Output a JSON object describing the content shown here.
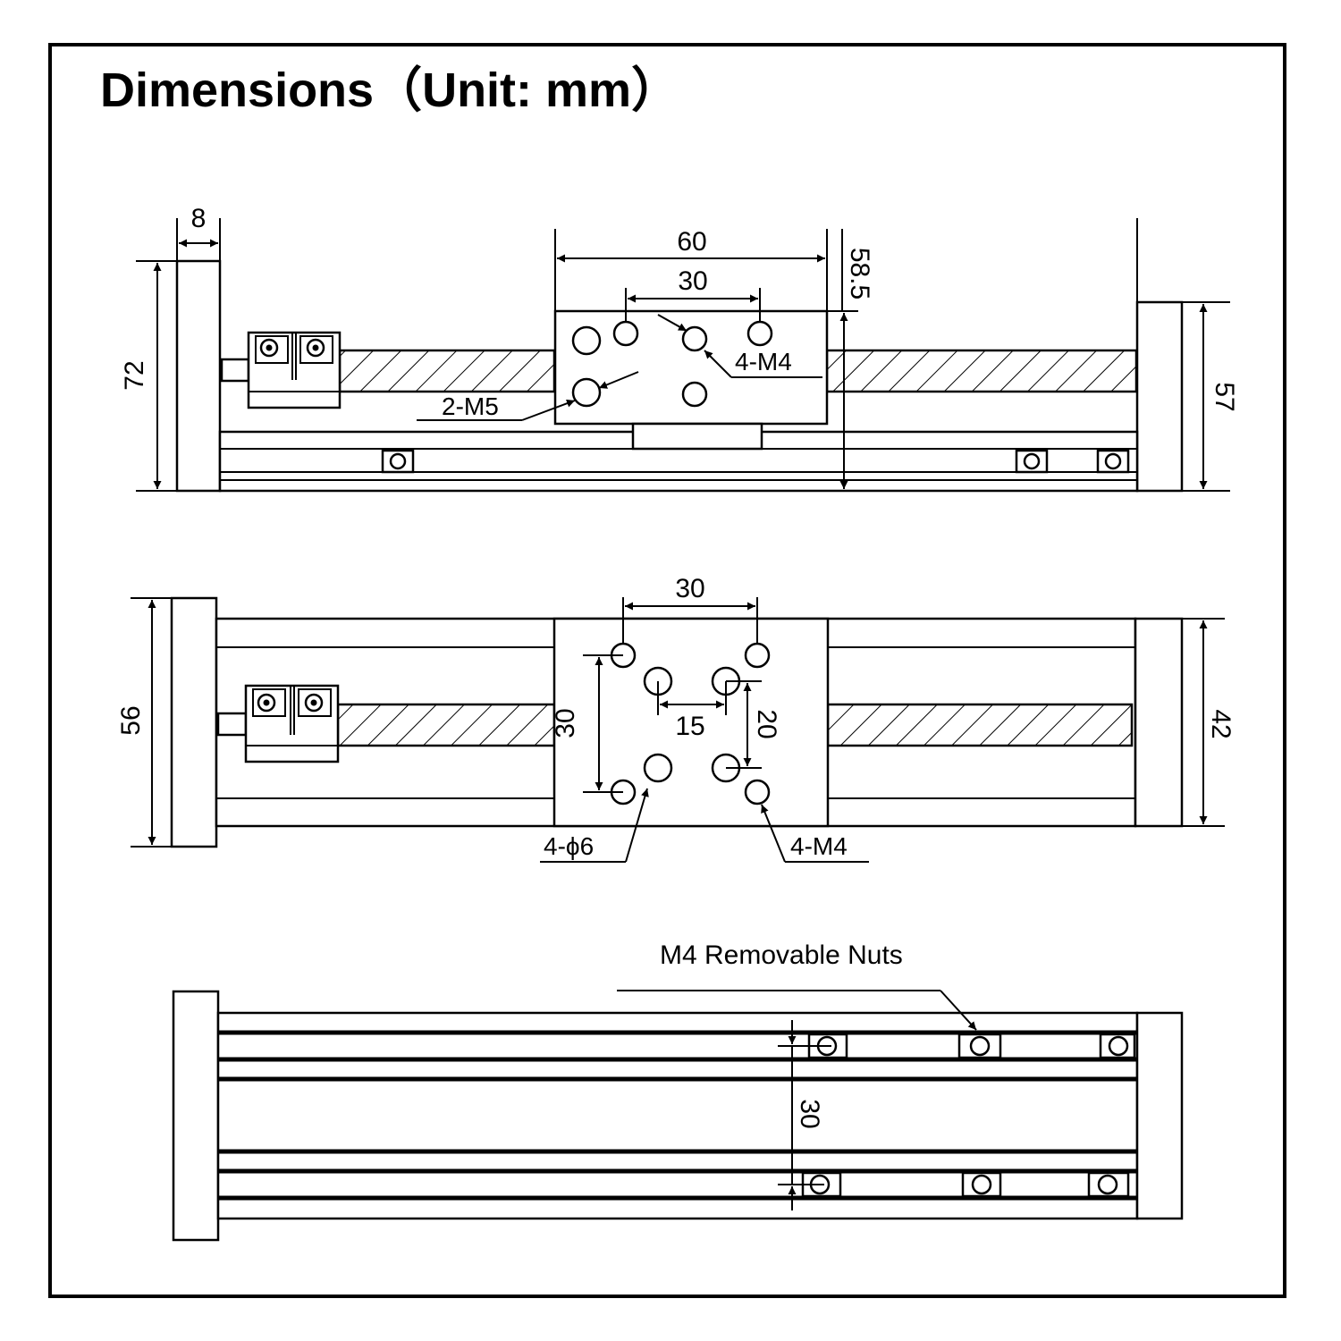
{
  "title": "Dimensions（Unit: mm）",
  "side_view": {
    "dim_end_width": "8",
    "dim_total_height": "72",
    "dim_carriage_length": "60",
    "dim_hole_spacing": "30",
    "dim_carriage_height": "58.5",
    "dim_rail_height": "57",
    "label_m4": "4-M4",
    "label_m5": "2-M5"
  },
  "top_view": {
    "dim_hole_spacing_x": "30",
    "dim_hole_spacing_y": "30",
    "dim_inner_x": "15",
    "dim_inner_y": "20",
    "dim_end_height": "56",
    "dim_rail_width": "42",
    "label_phi6": "4-ϕ6",
    "label_m4": "4-M4"
  },
  "bottom_view": {
    "label_nuts": "M4 Removable Nuts",
    "dim_slot_spacing": "30"
  }
}
